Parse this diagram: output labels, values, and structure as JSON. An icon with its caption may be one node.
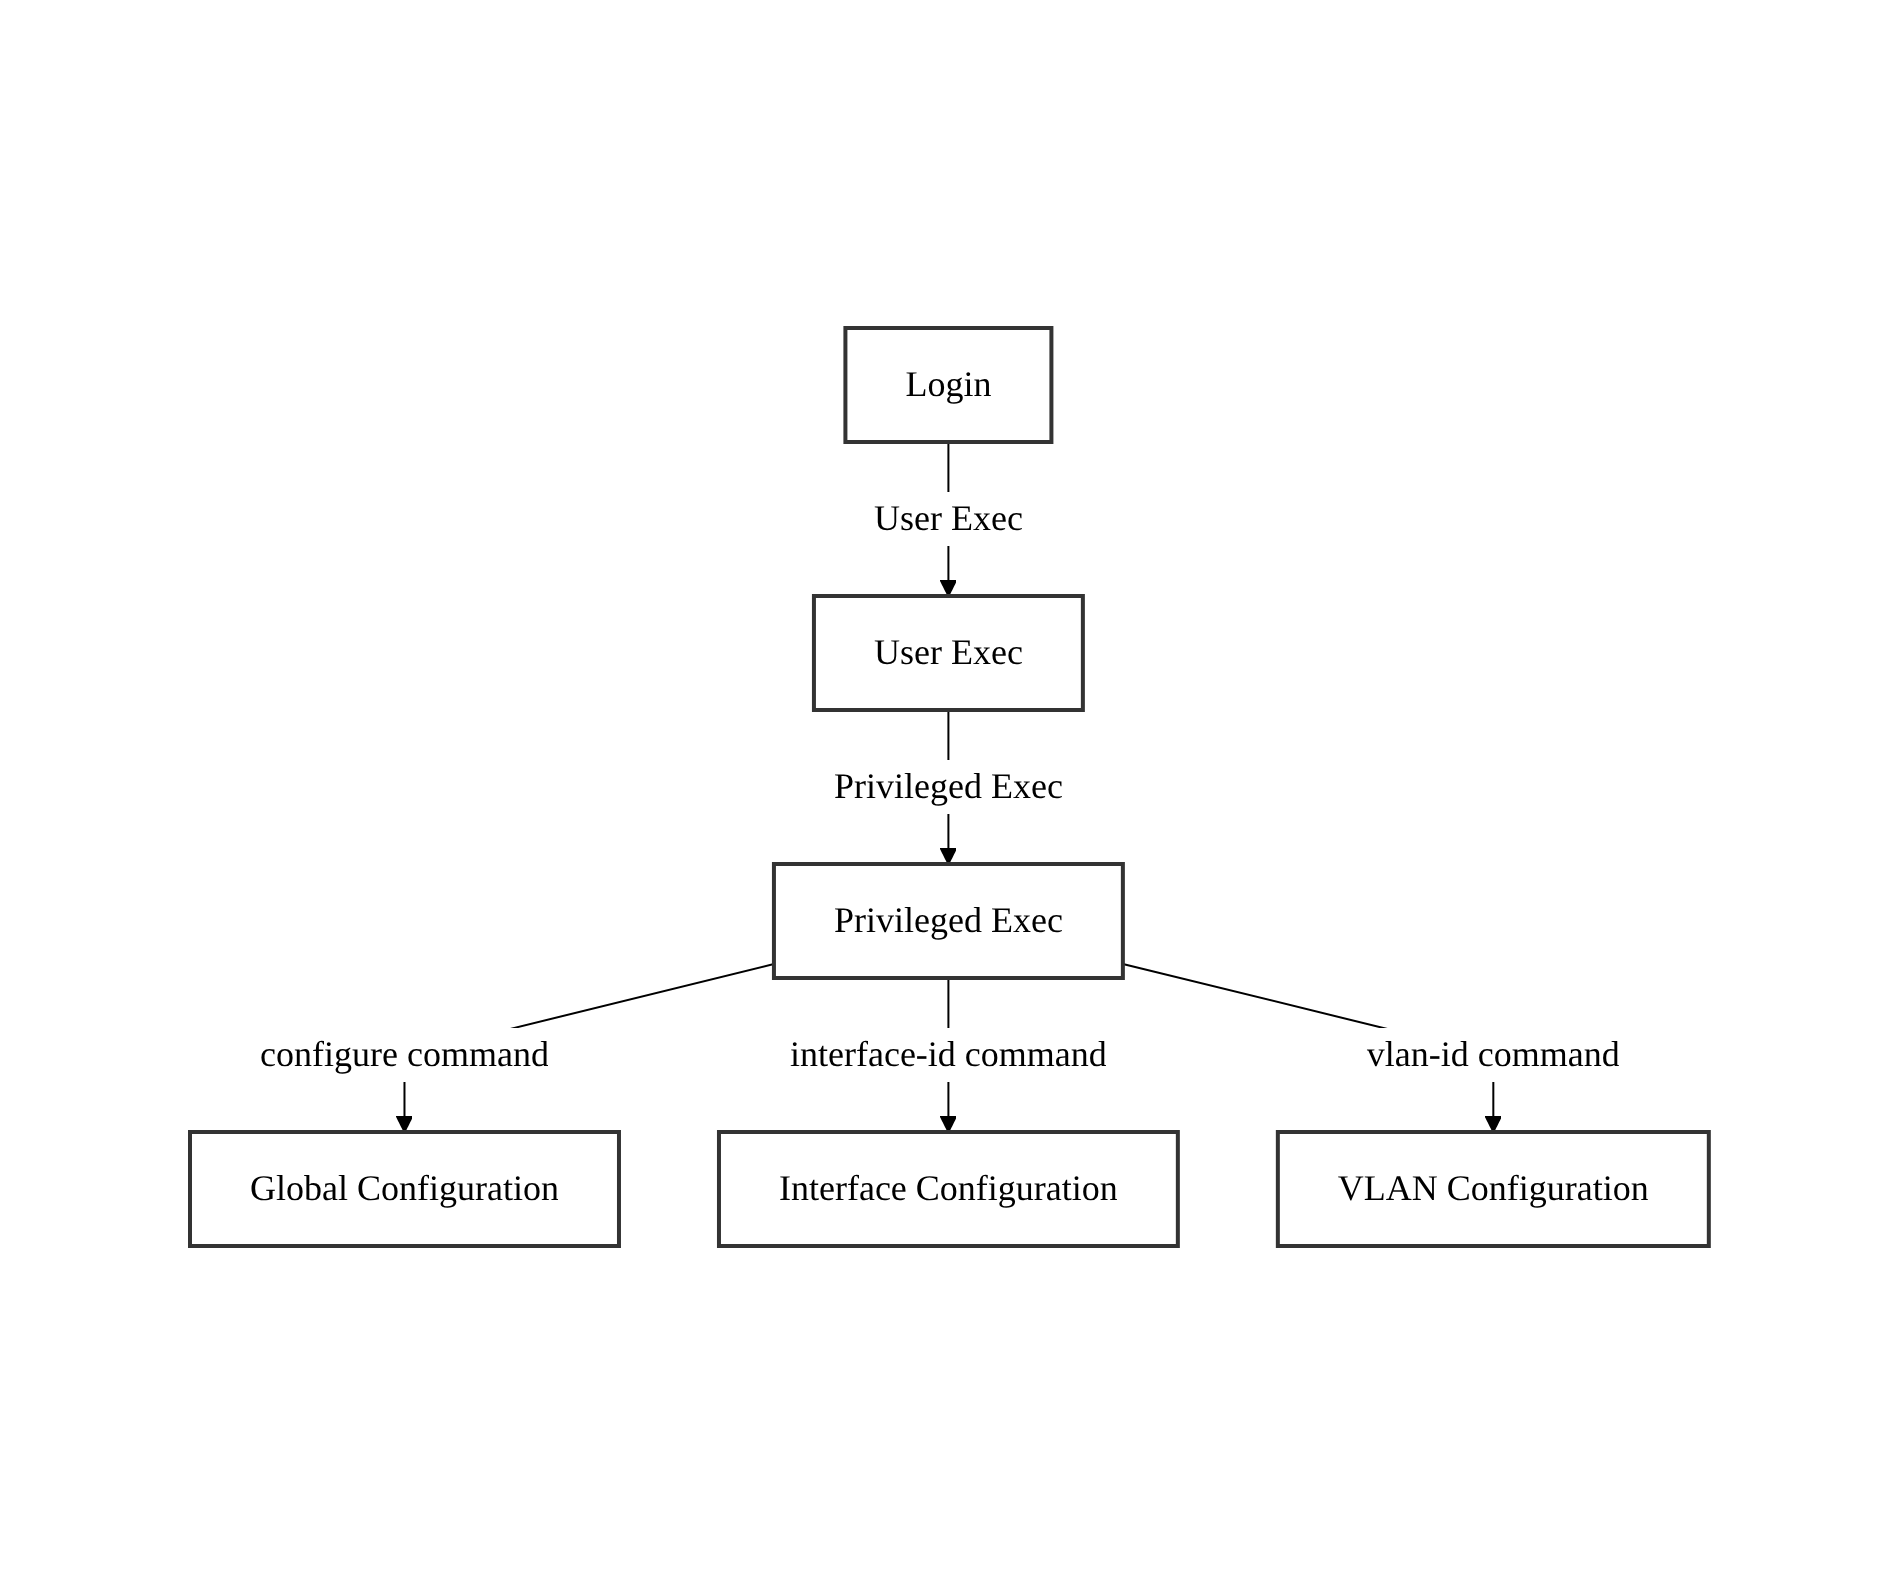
{
  "diagram": {
    "nodes": [
      {
        "text": [
          "Login"
        ]
      },
      {
        "text": [
          "User Exec"
        ]
      },
      {
        "text": [
          "Privileged Exec"
        ]
      },
      {
        "text": [
          "Global Configuration"
        ]
      },
      {
        "text": [
          "Interface Configuration"
        ]
      },
      {
        "text": [
          "VLAN Configuration"
        ]
      }
    ],
    "edges": [
      {
        "from": 0,
        "to": 1,
        "arrow": "to",
        "label": "User Exec"
      },
      {
        "from": 1,
        "to": 2,
        "arrow": "to",
        "label": "Privileged Exec"
      },
      {
        "from": 2,
        "to": 3,
        "arrow": "to",
        "label": "configure command"
      },
      {
        "from": 2,
        "to": 4,
        "arrow": "to",
        "label": "interface-id command"
      },
      {
        "from": 2,
        "to": 5,
        "arrow": "to",
        "label": "vlan-id command"
      }
    ]
  }
}
